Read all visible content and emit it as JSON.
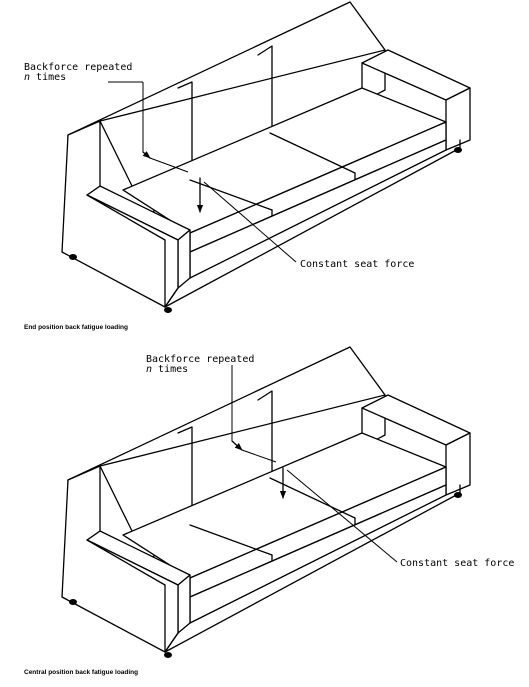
{
  "diagrams": [
    {
      "backforce_label_line1": "Backforce repeated",
      "backforce_label_n": "n",
      "backforce_label_times": " times",
      "seat_force_label": "Constant seat force",
      "caption": "End position back fatigue loading"
    },
    {
      "backforce_label_line1": "Backforce repeated",
      "backforce_label_n": "n",
      "backforce_label_times": " times",
      "seat_force_label": "Constant seat force",
      "caption": "Central position back fatigue loading"
    }
  ]
}
